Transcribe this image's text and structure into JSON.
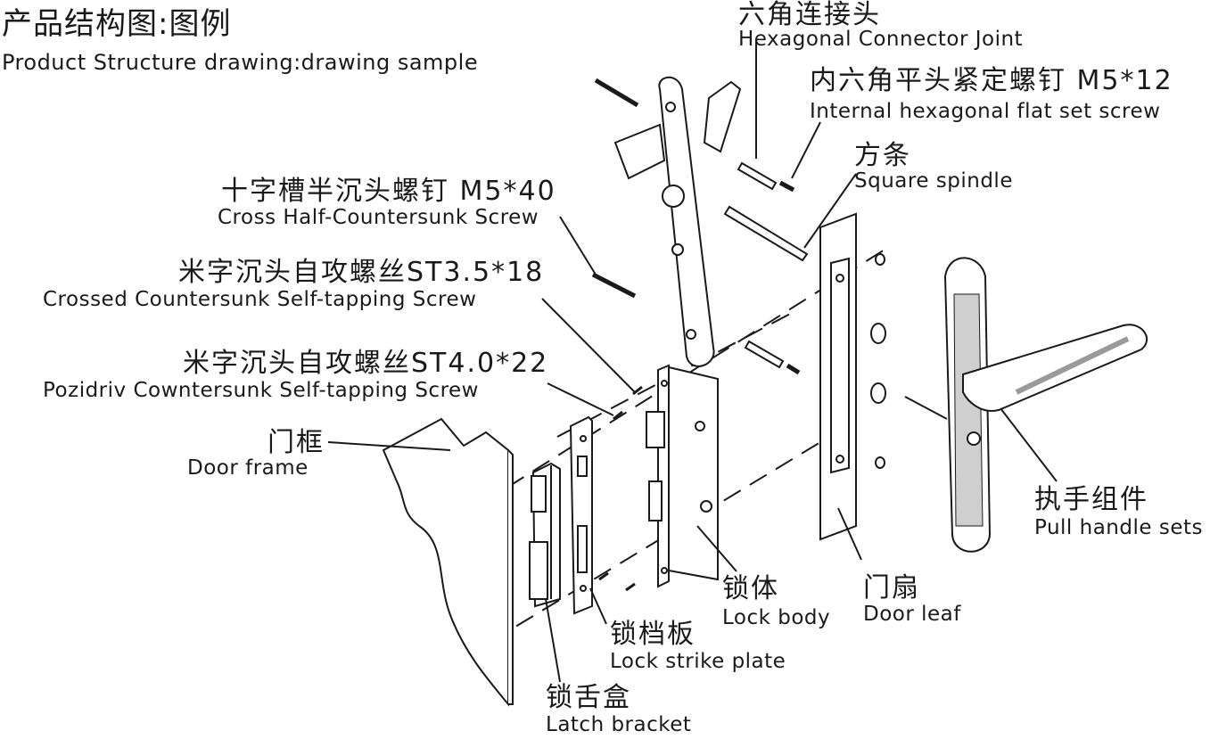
{
  "title": {
    "zh": "产品结构图:图例",
    "en": "Product Structure drawing:drawing sample"
  },
  "labels": {
    "hex_connector": {
      "zh": "六角连接头",
      "en": "Hexagonal  Connector Joint"
    },
    "set_screw": {
      "zh": "内六角平头紧定螺钉 M5*12",
      "en": "Internal hexagonal flat set screw"
    },
    "square_spindle": {
      "zh": "方条",
      "en": "Square spindle"
    },
    "cross_screw": {
      "zh": "十字槽半沉头螺钉 M5*40",
      "en": "Cross Half-Countersunk Screw"
    },
    "self_tap_35": {
      "zh": "米字沉头自攻螺丝ST3.5*18",
      "en": "Crossed Countersunk Self-tapping Screw"
    },
    "self_tap_40": {
      "zh": "米字沉头自攻螺丝ST4.0*22",
      "en": "Pozidriv Cowntersunk Self-tapping Screw"
    },
    "door_frame": {
      "zh": "门框",
      "en": "Door  frame"
    },
    "pull_handle": {
      "zh": "执手组件",
      "en": "Pull handle sets"
    },
    "lock_body": {
      "zh": "锁体",
      "en": "Lock  body"
    },
    "door_leaf": {
      "zh": "门扇",
      "en": "Door  leaf"
    },
    "strike_plate": {
      "zh": "锁档板",
      "en": "Lock  strike plate"
    },
    "latch_bracket": {
      "zh": "锁舌盒",
      "en": "Latch bracket"
    }
  },
  "colors": {
    "line": "#1a1a1a",
    "fill": "#ffffff",
    "shade": "#cfcfcf"
  }
}
